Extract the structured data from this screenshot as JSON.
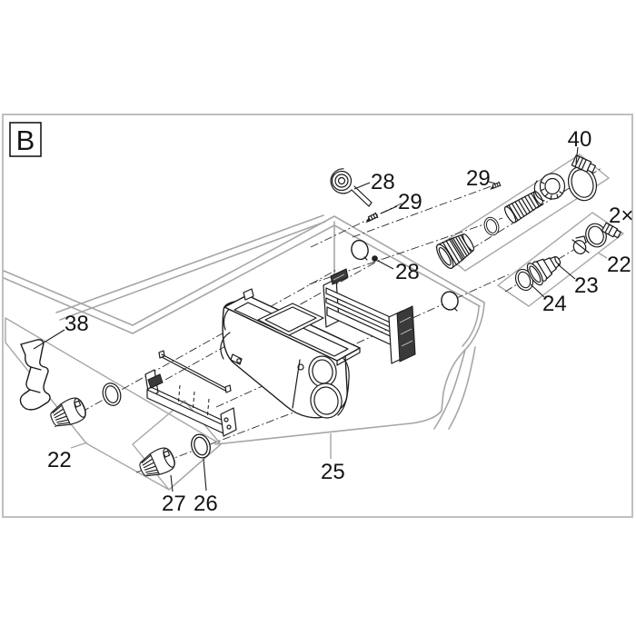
{
  "figure": {
    "view_label": "B",
    "callouts": [
      {
        "id": "view-label",
        "text": "B"
      },
      {
        "id": "part-40-hose-clamp",
        "text": "40"
      },
      {
        "id": "part-28-spiral-clip",
        "text": "28"
      },
      {
        "id": "part-29-screw-top",
        "text": "29"
      },
      {
        "id": "part-29-screw-right",
        "text": "29"
      },
      {
        "id": "part-28-plug-dot",
        "text": "28"
      },
      {
        "id": "qty-note-2x",
        "text": "2×"
      },
      {
        "id": "part-22-connection-kit-right",
        "text": "22"
      },
      {
        "id": "part-23-hose-tail",
        "text": "23"
      },
      {
        "id": "part-24-o-ring",
        "text": "24"
      },
      {
        "id": "part-38-bracket",
        "text": "38"
      },
      {
        "id": "part-22-connection-kit-left",
        "text": "22"
      },
      {
        "id": "part-25-housing",
        "text": "25"
      },
      {
        "id": "part-27-plug",
        "text": "27"
      },
      {
        "id": "part-26-o-ring",
        "text": "26"
      }
    ],
    "colors": {
      "line": "#1a1a1a",
      "reference_outline": "#a6a6a6",
      "frame_border": "#bfbfbf",
      "dark_fill": "#3a3a3a",
      "background": "#ffffff"
    }
  }
}
